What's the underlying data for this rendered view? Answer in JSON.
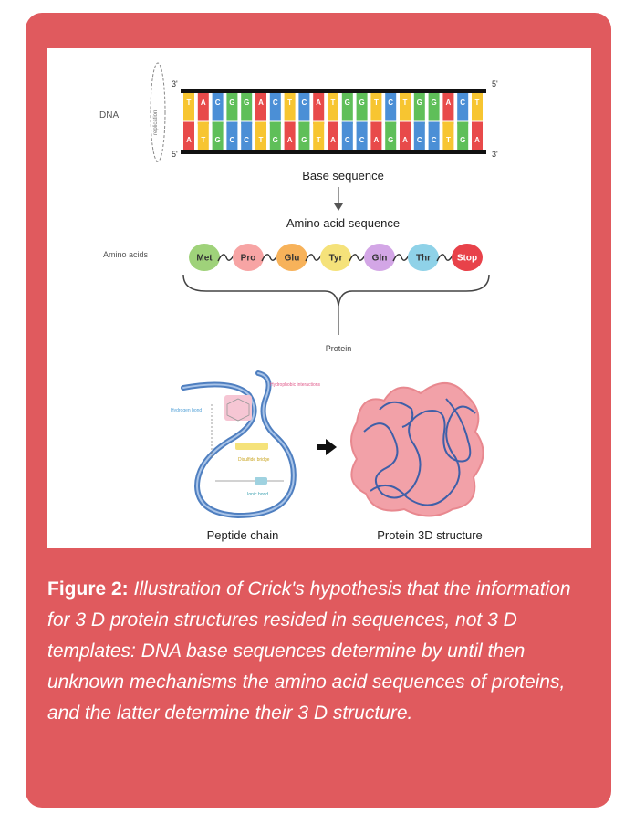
{
  "diagram": {
    "dna_label": "DNA",
    "replication_label": "replication",
    "end_3_top": "3'",
    "end_5_top": "5'",
    "end_5_bottom": "5'",
    "end_3_bottom": "3'",
    "top_strand": [
      "T",
      "A",
      "C",
      "G",
      "G",
      "A",
      "C",
      "T",
      "C",
      "A",
      "T",
      "G",
      "G",
      "T",
      "C",
      "T",
      "G",
      "G",
      "A",
      "C",
      "T"
    ],
    "bottom_strand": [
      "A",
      "T",
      "G",
      "C",
      "C",
      "T",
      "G",
      "A",
      "G",
      "T",
      "A",
      "C",
      "C",
      "A",
      "G",
      "A",
      "C",
      "C",
      "T",
      "G",
      "A"
    ],
    "base_colors": {
      "A": "#e84a4a",
      "T": "#f7c531",
      "C": "#4b8fd6",
      "G": "#5fbf59"
    },
    "base_sequence_label": "Base sequence",
    "amino_acid_sequence_label": "Amino acid sequence",
    "amino_acids_label": "Amino acids",
    "amino_acids": [
      {
        "name": "Met",
        "color": "#9fd27a"
      },
      {
        "name": "Pro",
        "color": "#f7a4a4"
      },
      {
        "name": "Glu",
        "color": "#f7b25a"
      },
      {
        "name": "Tyr",
        "color": "#f5e27a"
      },
      {
        "name": "Gln",
        "color": "#d3a6e6"
      },
      {
        "name": "Thr",
        "color": "#8fd2e8"
      },
      {
        "name": "Stop",
        "color": "#e8424a"
      }
    ],
    "protein_label": "Protein",
    "hydrophobic_label": "Hydrophobic interactions",
    "hydrogen_bond_label": "Hydrogen bond",
    "disulfide_label": "Disulfide bridge",
    "ionic_label": "Ionic bond",
    "peptide_chain_label": "Peptide chain",
    "protein_3d_label": "Protein 3D structure"
  },
  "caption": {
    "bold": "Figure 2:",
    "text": " Illustration of Crick's hypothesis that the information for 3 D protein structures resided in sequences, not 3 D templates: DNA base sequences determine by until then unknown mechanisms the amino acid sequences of proteins, and the latter determine their 3 D structure."
  }
}
